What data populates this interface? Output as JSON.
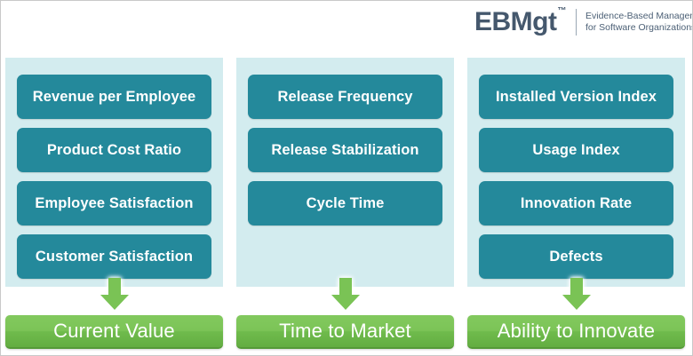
{
  "logo": {
    "wordmark": "EBMgt",
    "trademark": "™",
    "tagline_line1": "Evidence-Based Management",
    "tagline_line2": "for Software Organizations",
    "color": "#45586d"
  },
  "colors": {
    "panel_background": "#d3ecef",
    "metric_box": "#24899b",
    "banner_green": "#7cc457",
    "arrow_green": "#7ac355",
    "page_background": "#ffffff"
  },
  "columns": [
    {
      "key": "current-value",
      "metrics": [
        "Revenue per Employee",
        "Product Cost Ratio",
        "Employee Satisfaction",
        "Customer Satisfaction"
      ],
      "arrow_icon": "down-arrow-icon",
      "banner_label": "Current Value"
    },
    {
      "key": "time-to-market",
      "metrics": [
        "Release Frequency",
        "Release Stabilization",
        "Cycle Time"
      ],
      "arrow_icon": "down-arrow-icon",
      "banner_label": "Time to Market"
    },
    {
      "key": "ability-to-innovate",
      "metrics": [
        "Installed Version Index",
        "Usage Index",
        "Innovation Rate",
        "Defects"
      ],
      "arrow_icon": "down-arrow-icon",
      "banner_label": "Ability to Innovate"
    }
  ]
}
